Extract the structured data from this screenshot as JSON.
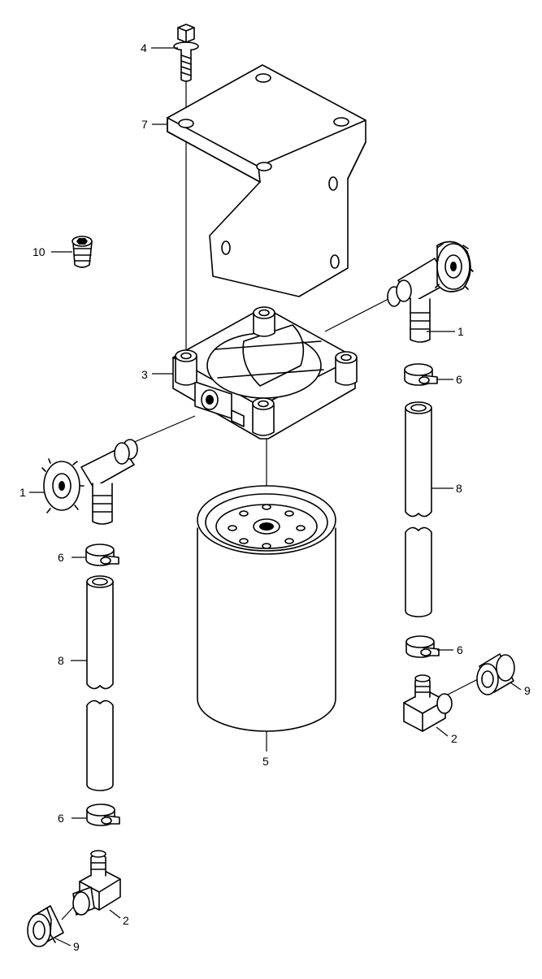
{
  "callouts": {
    "valve_right": "1",
    "valve_left": "1",
    "elbow_right": "2",
    "elbow_left": "2",
    "filter_head": "3",
    "bolt": "4",
    "filter_cartridge": "5",
    "clamp_right_top": "6",
    "clamp_right_bottom": "6",
    "clamp_left_top": "6",
    "clamp_left_bottom": "6",
    "bracket": "7",
    "hose_right": "8",
    "hose_left": "8",
    "fitting_right": "9",
    "fitting_left": "9",
    "plug": "10"
  }
}
